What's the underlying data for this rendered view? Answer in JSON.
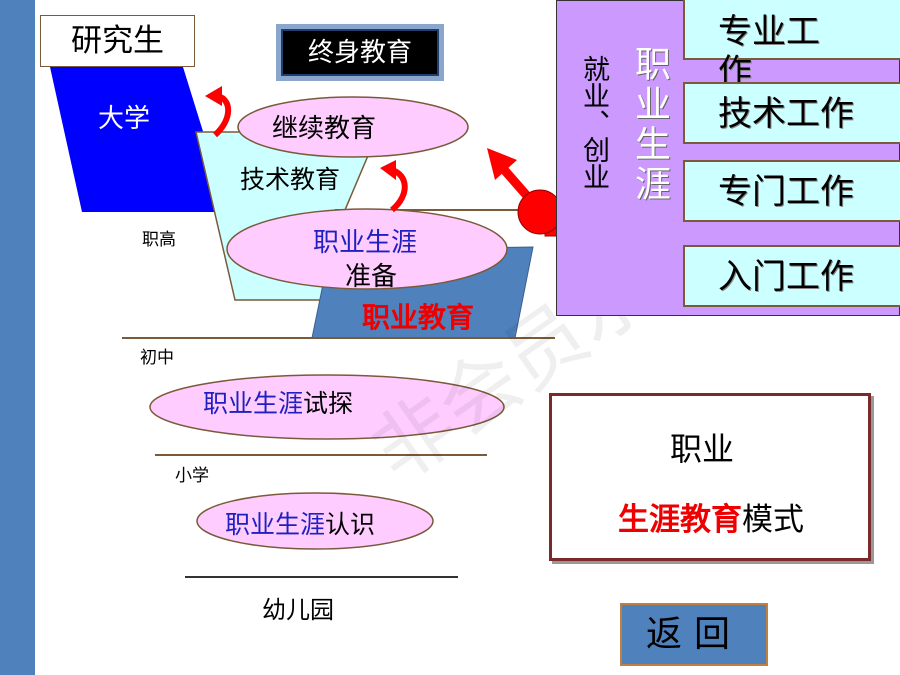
{
  "title": "终身教育",
  "levels": {
    "graduate": "研究生",
    "university": "大学",
    "vocational_high": "职高",
    "tech_edu": "技术教育",
    "continuing_edu": "继续教育",
    "career_prep_a": "职业生涯",
    "career_prep_b": "准备",
    "vocational_edu": "职业教育",
    "junior_high": "初中",
    "career_explore_a": "职业生涯",
    "career_explore_b": "试探",
    "primary": "小学",
    "career_aware_a": "职业生涯",
    "career_aware_b": "认识",
    "kindergarten": "幼儿园"
  },
  "career_panel": {
    "employment": "就业、创业",
    "career": "职业生涯",
    "jobs": [
      "专业工作",
      "技术工作",
      "专门工作",
      "入门工作"
    ]
  },
  "model_box": {
    "line1": "职业",
    "line2_red": "生涯教育",
    "line2_black": "模式"
  },
  "back_button": "返回",
  "watermark": "非会员水印",
  "colors": {
    "blue": "#0000ff",
    "steel": "#4f81bd",
    "pink": "#ffccff",
    "cyan": "#ccffff",
    "purple": "#cc99ff",
    "red": "#ff0000"
  }
}
